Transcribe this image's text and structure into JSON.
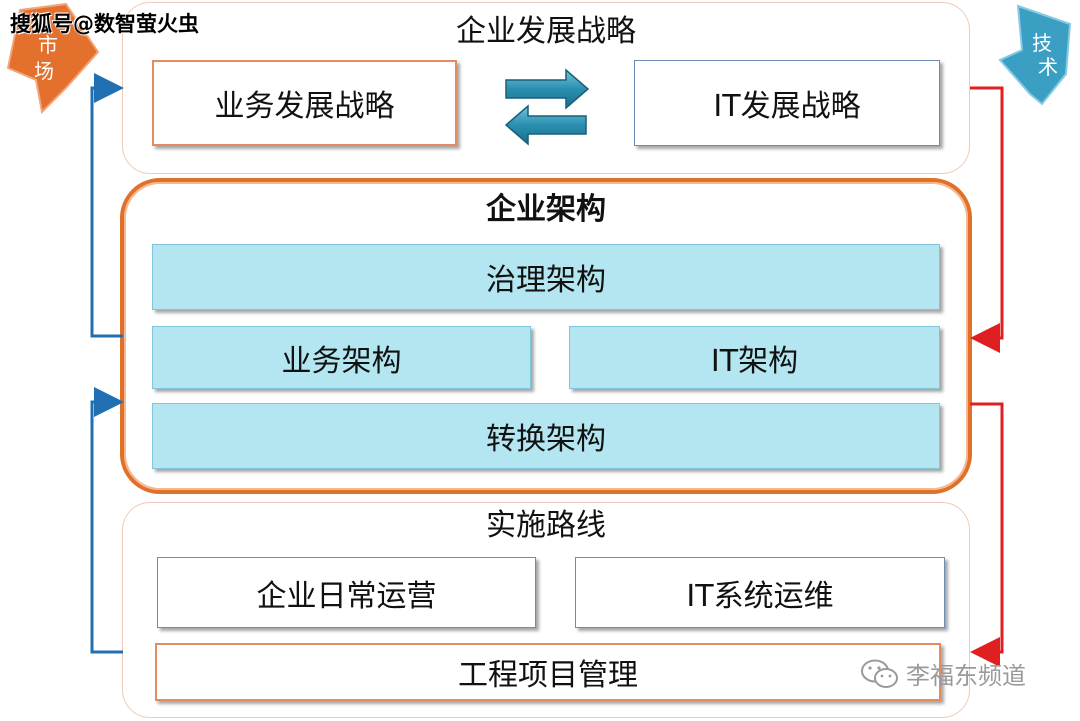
{
  "watermark": "搜狐号@数智萤火虫",
  "signs": {
    "market": [
      "市",
      "场"
    ],
    "tech": [
      "技",
      "术"
    ]
  },
  "strategy": {
    "title": "企业发展战略",
    "business": "业务发展战略",
    "it": "IT发展战略"
  },
  "architecture": {
    "title": "企业架构",
    "governance": "治理架构",
    "business": "业务架构",
    "it": "IT架构",
    "transformation": "转换架构"
  },
  "roadmap": {
    "title": "实施路线",
    "operations": "企业日常运营",
    "it_ops": "IT系统运维",
    "engineering": "工程项目管理"
  },
  "footer": {
    "channel": "李福东频道"
  },
  "colors": {
    "accent_orange": "#e0702a",
    "arrow_blue": "#1f6fb2",
    "arrow_red": "#e02020",
    "cyan_box": "#b3e6f1",
    "tech_sign": "#3b9fc4",
    "market_sign": "#e3702d"
  }
}
